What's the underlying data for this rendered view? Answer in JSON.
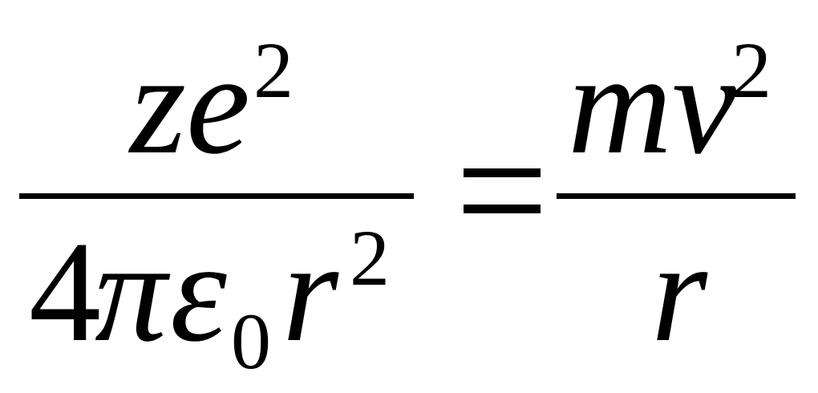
{
  "equation": {
    "lhs": {
      "numerator": {
        "base": "ze",
        "superscript": "2"
      },
      "denominator": {
        "coefficient": "4",
        "pi": "π",
        "epsilon": "ε",
        "epsilon_subscript": "0",
        "r": "r",
        "r_superscript": "2"
      }
    },
    "rhs": {
      "numerator": {
        "base": "mv",
        "superscript": "2"
      },
      "denominator": {
        "r": "r"
      }
    }
  }
}
